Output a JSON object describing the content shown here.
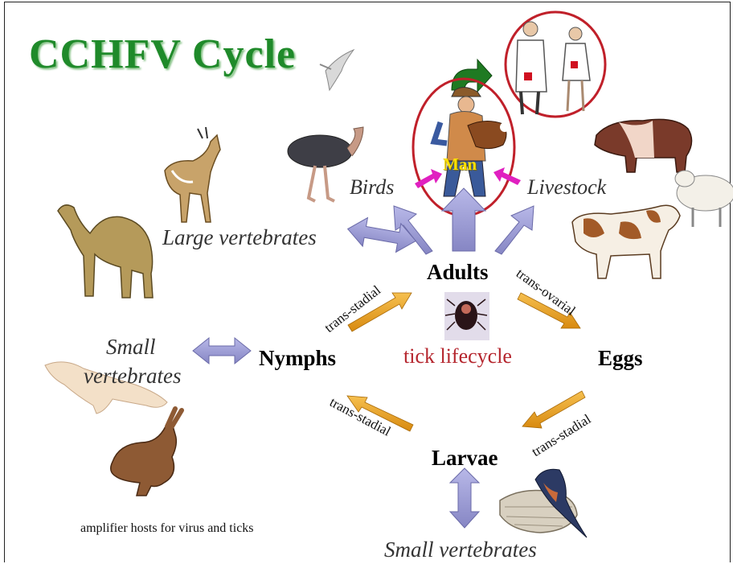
{
  "title": "CCHFV Cycle",
  "hosts": {
    "birds": "Birds",
    "livestock": "Livestock",
    "man": "Man",
    "large_vertebrates": "Large vertebrates",
    "small_vertebrates_left": [
      "Small",
      "vertebrates"
    ],
    "small_vertebrates_bottom": "Small vertebrates"
  },
  "stages": {
    "adults": "Adults",
    "nymphs": "Nymphs",
    "eggs": "Eggs",
    "larvae": "Larvae"
  },
  "transitions": {
    "nymphs_to_adults": "trans-stadial",
    "adults_to_eggs": "trans-ovarial",
    "eggs_to_larvae": "trans-stadial",
    "larvae_to_nymphs": "trans-stadial"
  },
  "center_label": "tick lifecycle",
  "footnote": "amplifier hosts for virus and ticks",
  "colors": {
    "title": "#1f8a2a",
    "lavender_arrow": "#9a9ad0",
    "orange_arrow": "#e8a020",
    "circle": "#c0202a",
    "magenta_arrow": "#e020c0",
    "man_label": "#ffe000",
    "tick_lifecycle": "#b5262e"
  }
}
